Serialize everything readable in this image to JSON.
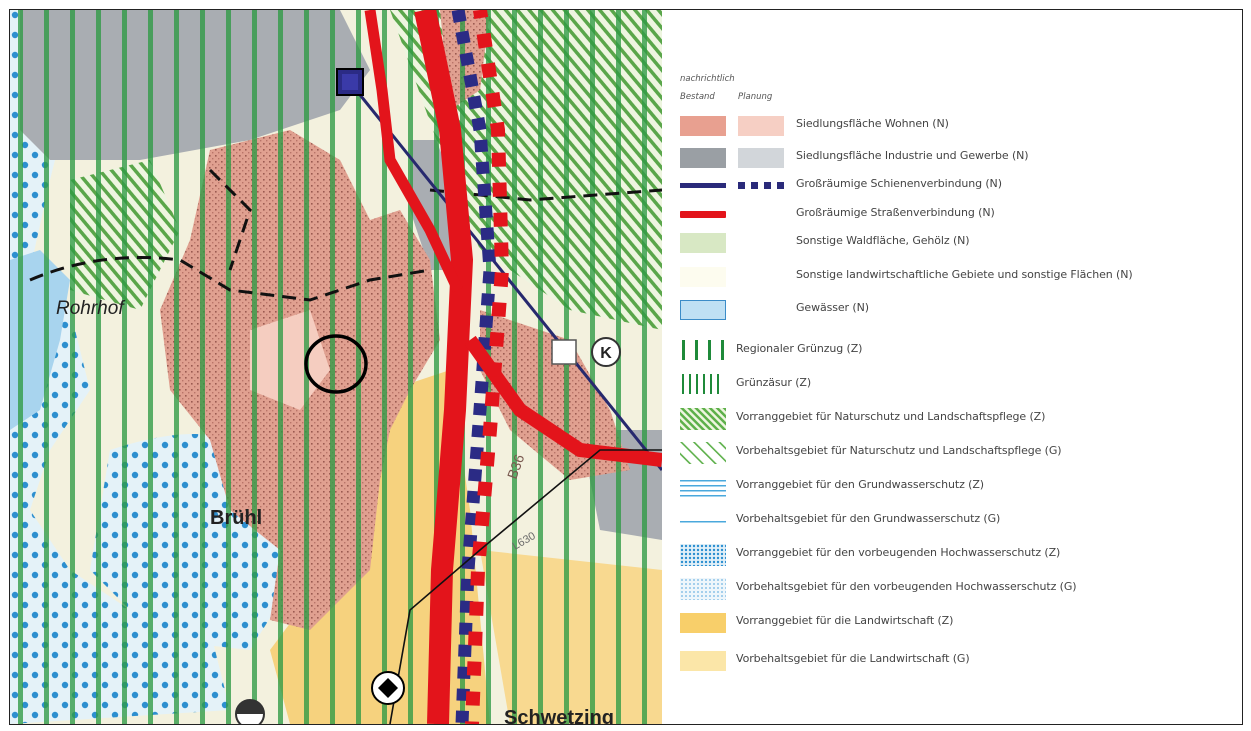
{
  "map": {
    "place_labels": {
      "rohrhof": "Rohrhof",
      "bruehl": "Brühl",
      "schwetzingen": "Schwetzing"
    },
    "road_label": "B36",
    "road_label_2": "L630",
    "symbol_k": "K"
  },
  "legend": {
    "header_info": "nachrichtlich",
    "col_existing": "Bestand",
    "col_planned": "Planung",
    "items": [
      {
        "label": "Siedlungsfläche Wohnen (N)",
        "icon": "residential-swatch",
        "color": "#e8a090",
        "color_planned": "#f6cfc4"
      },
      {
        "label": "Siedlungsfläche Industrie und Gewerbe (N)",
        "icon": "industry-swatch",
        "color": "#9a9fa4",
        "color_planned": "#d2d6da"
      },
      {
        "label": "Großräumige Schienenverbindung (N)",
        "icon": "rail-line",
        "color": "#2a2a7a"
      },
      {
        "label": "Großräumige Straßenverbindung (N)",
        "icon": "road-line",
        "color": "#e3141b"
      },
      {
        "label": "Sonstige Waldfläche, Gehölz (N)",
        "icon": "forest-swatch",
        "color": "#d8e8c4"
      },
      {
        "label": "Sonstige landwirtschaftliche Gebiete und sonstige Flächen (N)",
        "icon": "agri-swatch",
        "color": "#fdfcef"
      },
      {
        "label": "Gewässer (N)",
        "icon": "water-swatch",
        "color": "#bfe0f4"
      },
      {
        "label": "Regionaler Grünzug (Z)",
        "icon": "green-belt-lines",
        "color": "#1f8a3a"
      },
      {
        "label": "Grünzäsur (Z)",
        "icon": "green-break-lines",
        "color": "#1f8a3a"
      },
      {
        "label": "Vorranggebiet für Naturschutz und Landschaftspflege (Z)",
        "icon": "nature-priority-hatch",
        "color": "#5db04a"
      },
      {
        "label": "Vorbehaltsgebiet für Naturschutz und Landschaftspflege (G)",
        "icon": "nature-reserve-hatch",
        "color": "#5db04a"
      },
      {
        "label": "Vorranggebiet für den Grundwasserschutz (Z)",
        "icon": "groundwater-priority-lines",
        "color": "#4aa8dc"
      },
      {
        "label": "Vorbehaltsgebiet für den Grundwasserschutz (G)",
        "icon": "groundwater-reserve-line",
        "color": "#4aa8dc"
      },
      {
        "label": "Vorranggebiet für den vorbeugenden Hochwasserschutz (Z)",
        "icon": "flood-priority-dots",
        "color": "#2b8fd0"
      },
      {
        "label": "Vorbehaltsgebiet für den vorbeugenden Hochwasserschutz (G)",
        "icon": "flood-reserve-dots",
        "color": "#6fb4e2"
      },
      {
        "label": "Vorranggebiet für die Landwirtschaft (Z)",
        "icon": "agriculture-priority-swatch",
        "color": "#f8cf6a"
      },
      {
        "label": "Vorbehaltsgebiet für die Landwirtschaft (G)",
        "icon": "agriculture-reserve-swatch",
        "color": "#fbe6a8"
      }
    ]
  }
}
